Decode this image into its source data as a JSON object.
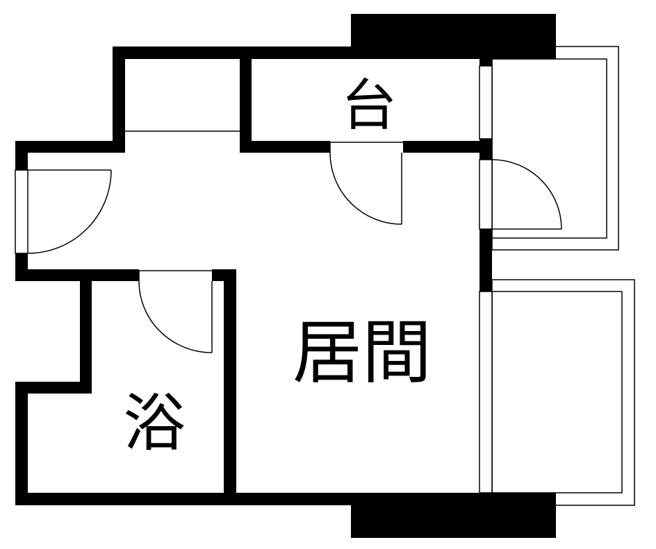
{
  "rooms": {
    "kitchen": "台",
    "living": "居間",
    "bath": "浴"
  },
  "colors": {
    "wall": "#000000",
    "background": "#ffffff"
  }
}
